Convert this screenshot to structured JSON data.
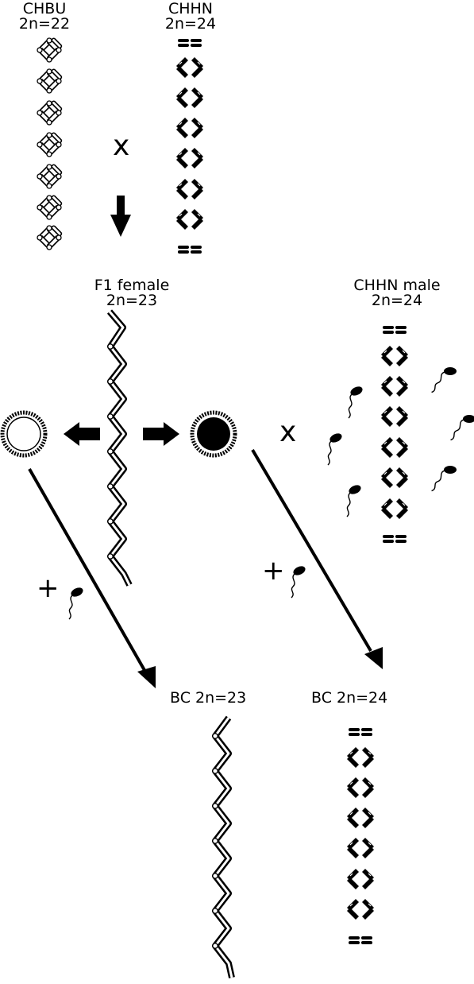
{
  "parents": {
    "chbu": {
      "name": "CHBU",
      "ploidy": "2n=22"
    },
    "chhn": {
      "name": "CHHN",
      "ploidy": "2n=24"
    },
    "cross_symbol": "x"
  },
  "f1": {
    "name": "F1 female",
    "ploidy": "2n=23"
  },
  "chhn_male": {
    "name": "CHHN male",
    "ploidy": "2n=24"
  },
  "backcross": {
    "cross_symbol": "x",
    "plus_left": "+",
    "plus_right": "+",
    "bc_left": "BC 2n=23",
    "bc_right": "BC 2n=24"
  },
  "colors": {
    "ink": "#000000",
    "paper": "#ffffff"
  }
}
